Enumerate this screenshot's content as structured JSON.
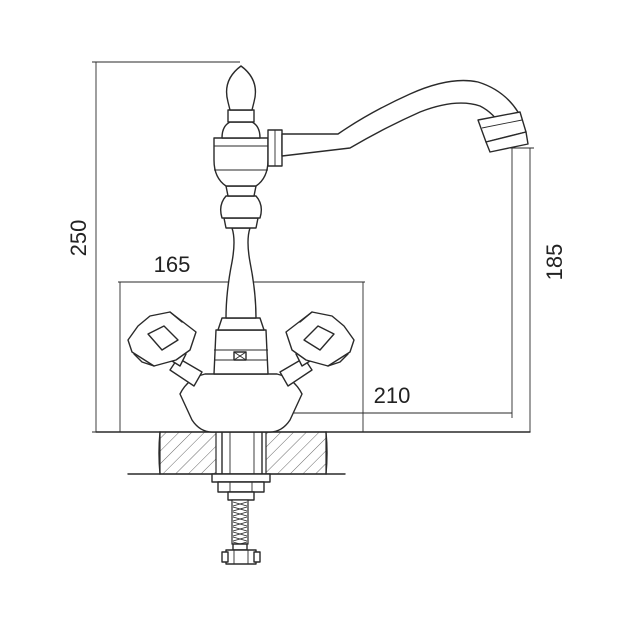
{
  "drawing": {
    "dimensions": {
      "overall_height": "250",
      "spout_height": "185",
      "handle_span": "165",
      "spout_reach": "210"
    }
  }
}
